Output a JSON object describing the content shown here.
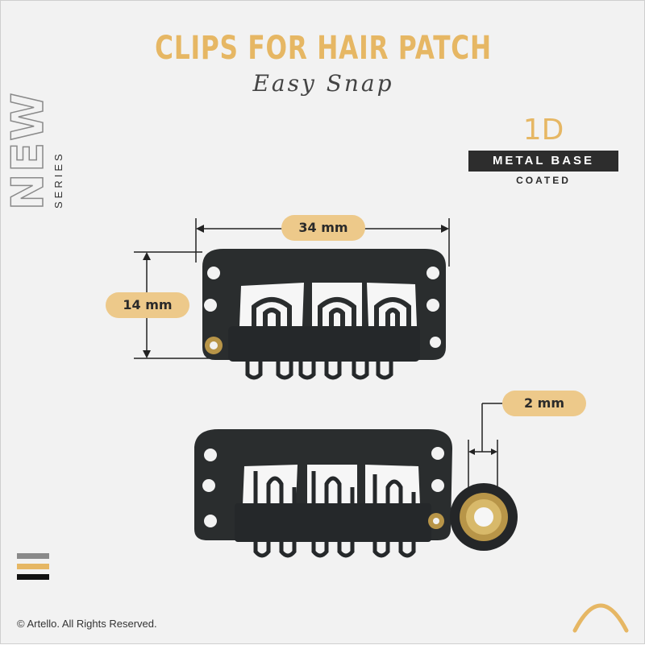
{
  "header": {
    "title": "CLIPS FOR HAIR PATCH",
    "subtitle": "Easy Snap"
  },
  "side_badge": {
    "new": "NEW",
    "series": "SERIES"
  },
  "spec_badge": {
    "code": "1D",
    "base": "METAL BASE",
    "finish": "COATED"
  },
  "dimensions": {
    "width_label": "34 mm",
    "height_label": "14 mm",
    "ring_label": "2 mm"
  },
  "colors": {
    "accent_gold": "#e6b764",
    "pill_gold": "#edc98a",
    "clip_black": "#2a2d2e",
    "ring_brass": "#b89548",
    "background": "#f2f2f2"
  },
  "legend_bars": [
    "#8a8a8a",
    "#e6b764",
    "#111111"
  ],
  "footer": {
    "copyright": "© Artello. All Rights Reserved."
  }
}
